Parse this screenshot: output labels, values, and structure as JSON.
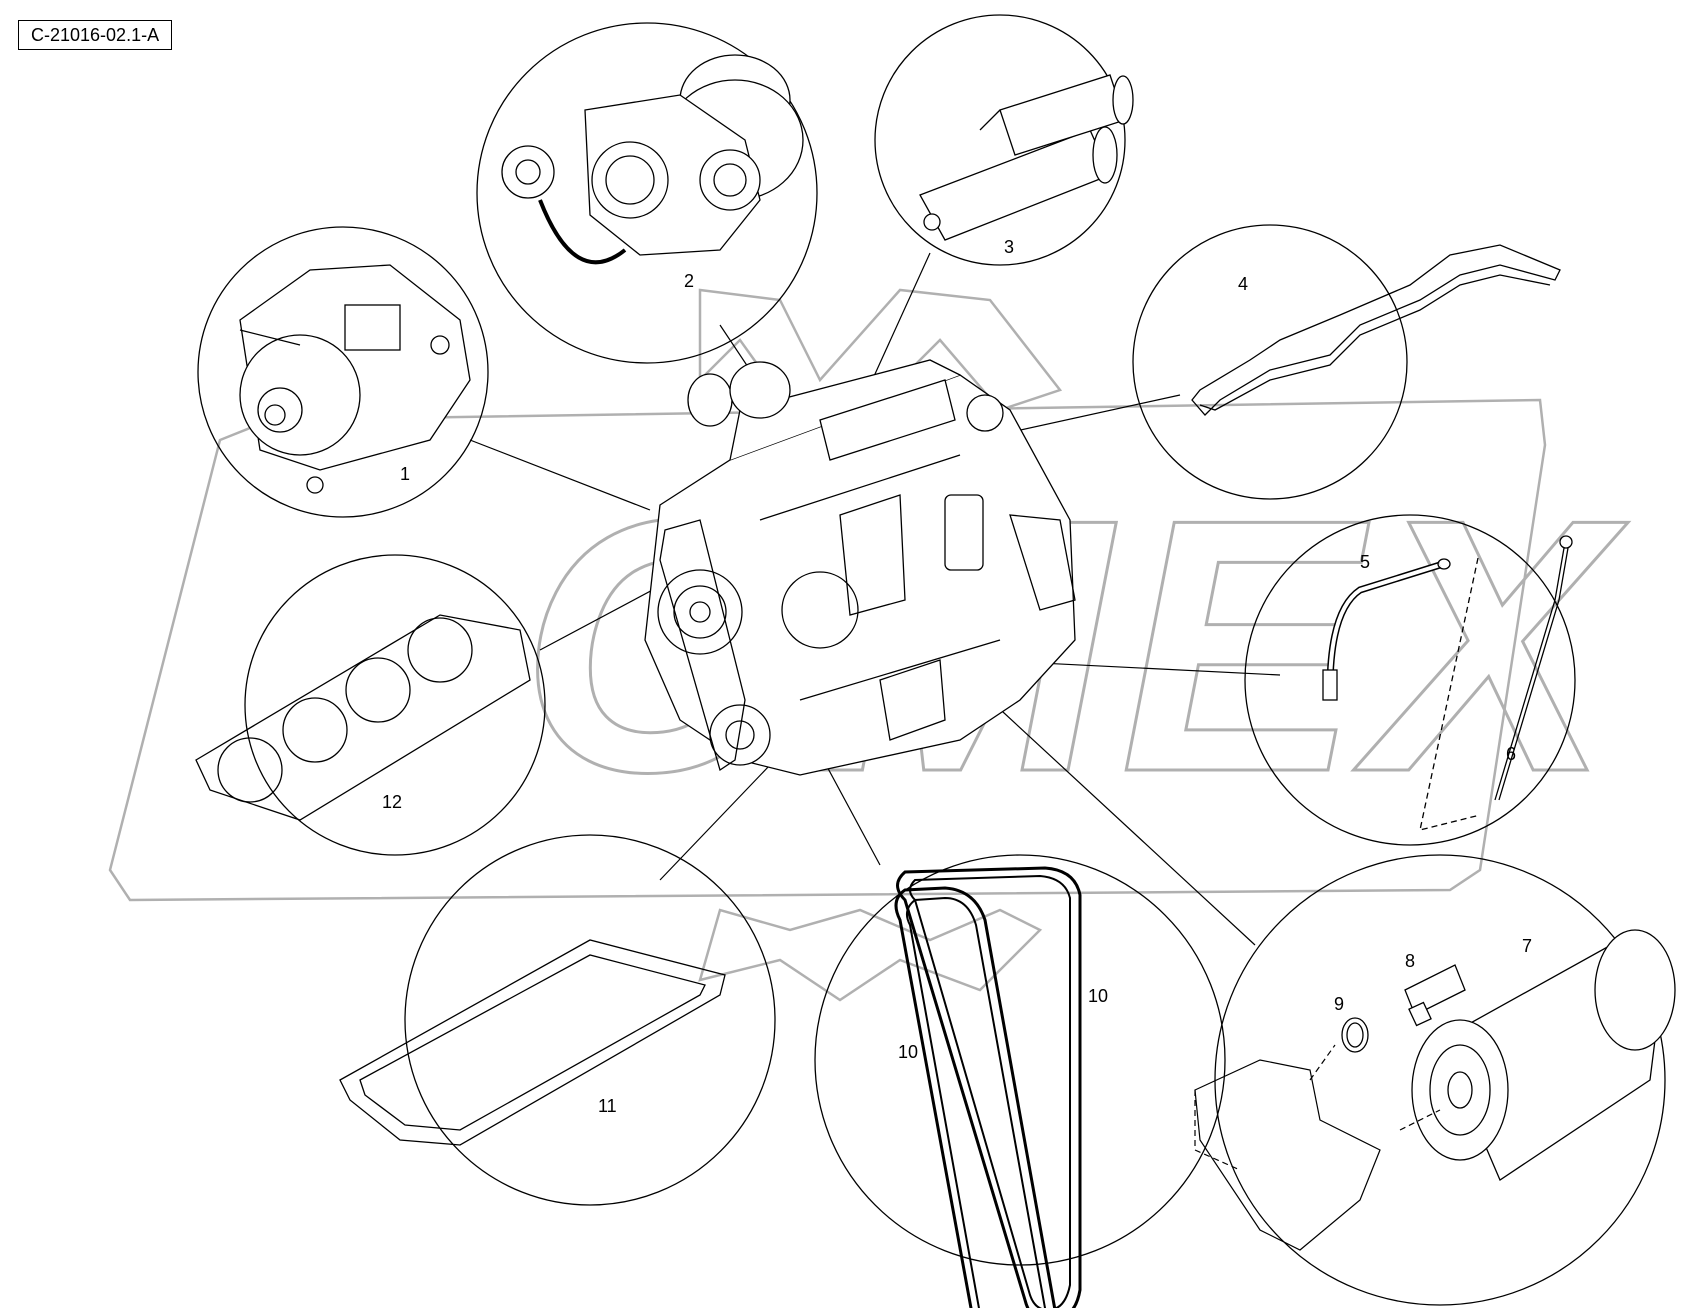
{
  "reference_code": "C-21016-02.1-A",
  "watermark_text": "OMEX",
  "colors": {
    "line": "#000000",
    "watermark": "#b0b0b0",
    "background": "#ffffff"
  },
  "callouts": [
    {
      "id": "1",
      "label": "1",
      "part": "alternator-icon"
    },
    {
      "id": "2",
      "label": "2",
      "part": "turbocharger-icon"
    },
    {
      "id": "3",
      "label": "3",
      "part": "starter-motor-icon"
    },
    {
      "id": "4",
      "label": "4",
      "part": "valve-cover-gasket-icon"
    },
    {
      "id": "5",
      "label": "5",
      "part": "dipstick-tube-icon"
    },
    {
      "id": "6",
      "label": "6",
      "part": "dipstick-icon"
    },
    {
      "id": "7",
      "label": "7",
      "part": "oil-filter-icon"
    },
    {
      "id": "8",
      "label": "8",
      "part": "pressure-sensor-icon"
    },
    {
      "id": "9",
      "label": "9",
      "part": "o-ring-icon"
    },
    {
      "id": "10a",
      "label": "10",
      "part": "drive-belt-icon"
    },
    {
      "id": "10b",
      "label": "10",
      "part": "drive-belt-icon"
    },
    {
      "id": "11",
      "label": "11",
      "part": "oil-pan-gasket-icon"
    },
    {
      "id": "12",
      "label": "12",
      "part": "head-gasket-icon"
    }
  ]
}
